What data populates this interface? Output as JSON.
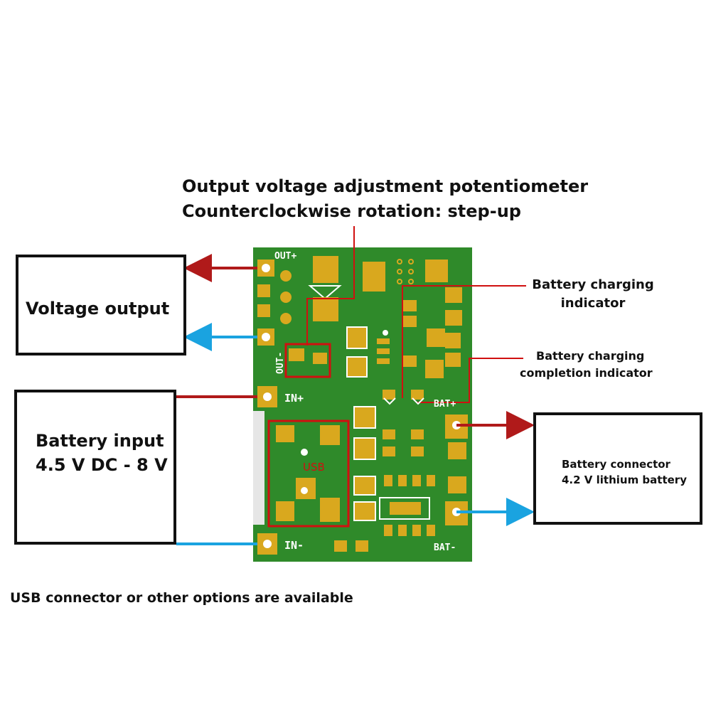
{
  "title": {
    "line1": "Output voltage adjustment potentiometer",
    "line2": "Counterclockwise rotation: step-up"
  },
  "labels": {
    "voltage_output": "Voltage output",
    "battery_input_line1": "Battery input",
    "battery_input_line2": "4.5 V DC - 8 V",
    "charging_indicator_line1": "Battery charging",
    "charging_indicator_line2": "indicator",
    "completion_indicator_line1": "Battery charging",
    "completion_indicator_line2": "completion indicator",
    "battery_connector_line1": "Battery connector",
    "battery_connector_line2": "4.2 V lithium battery",
    "footer": "USB connector or other options are available"
  },
  "pcb": {
    "out_plus": "OUT+",
    "out_minus": "OUT-",
    "in_plus": "IN+",
    "in_minus": "IN-",
    "bat_plus": "BAT+",
    "bat_minus": "BAT-",
    "usb": "USB"
  },
  "colors": {
    "board_green": "#2f8a2a",
    "pad_gold": "#d9a81e",
    "arrow_red": "#b01a1a",
    "arrow_blue": "#1aa3e0",
    "highlight_red": "#d01010"
  }
}
